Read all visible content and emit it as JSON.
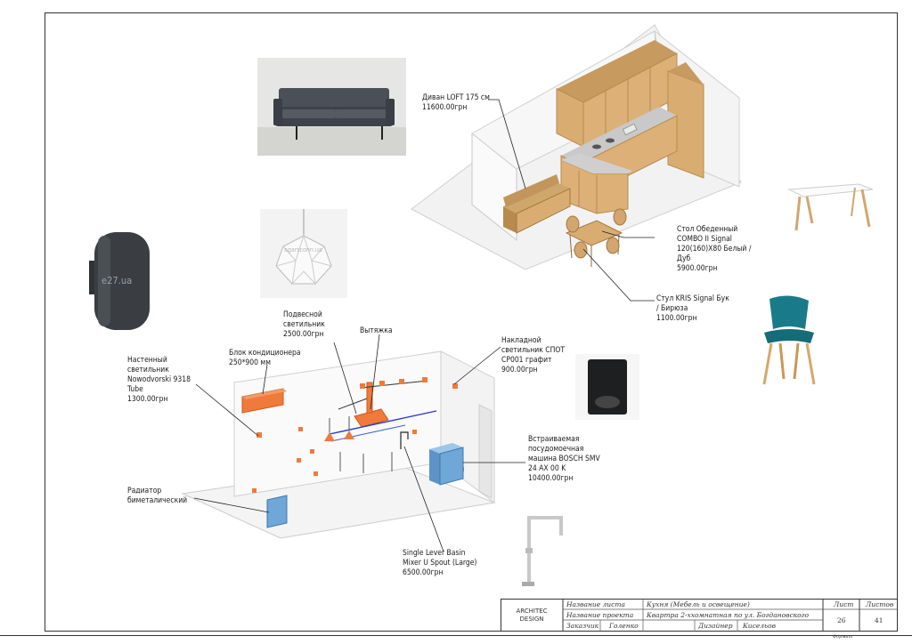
{
  "colors": {
    "cabinet": "#d9ad71",
    "cabinet_dark": "#b98a4e",
    "accent_orange": "#ef7a3c",
    "appliance_blue": "#6ea7d8",
    "teal_chair": "#197b8a",
    "sofa_grey": "#4a4f58"
  },
  "images": {
    "wall_lamp_watermark": "e27.ua",
    "pendant_watermark": "agarsconn.ua"
  },
  "labels": {
    "sofa": [
      "Диван LOFT 175 см",
      "11600.00грн"
    ],
    "table": [
      "Стол Обеденный",
      "COMBO II Signal",
      "120(160)X80 Белый /",
      "Дуб",
      "5900.00грн"
    ],
    "chair": [
      "Стул KRIS Signal Бук",
      "/ Бирюза",
      "1100.00грн"
    ],
    "pendant": [
      "Подвесной",
      "светильник",
      "2500.00грн"
    ],
    "hood": [
      "Вытяжка"
    ],
    "spot": [
      "Накладной",
      "светильник СПОТ",
      "CP001 графит",
      "900.00грн"
    ],
    "ac": [
      "Блок кондиционера",
      "250*900 мм"
    ],
    "wall_lamp": [
      "Настенный",
      "светильник",
      "Nowodvorski 9318",
      "Tube",
      "1300.00грн"
    ],
    "dishwasher": [
      "Встраиваемая",
      "посудомоечная",
      "машина BOSCH SMV",
      "24 AX 00 K",
      "10400.00грн"
    ],
    "radiator": [
      "Радиатор",
      "биметалический"
    ],
    "mixer": [
      "Single Lever Basin",
      "Mixer U Spout (Large)",
      "6500.00грн"
    ]
  },
  "title_block": {
    "company": [
      "ARCHITEC",
      "DESIGN"
    ],
    "row1_label": "Название листа",
    "row1_value": "Кухня (Мебель и освещение)",
    "row2_label": "Название проекта",
    "row2_value": "Квартра 2-ххомнатная по ул. Богдановского",
    "row3_label": "Заказчик",
    "row3_value": "Голенко",
    "designer_label": "Дизайнер",
    "designer_value": "Кисельов",
    "sheet_label": "Лист",
    "sheet_value": "26",
    "sheets_label": "Листов",
    "sheets_value": "41",
    "format_label": "Формат"
  }
}
